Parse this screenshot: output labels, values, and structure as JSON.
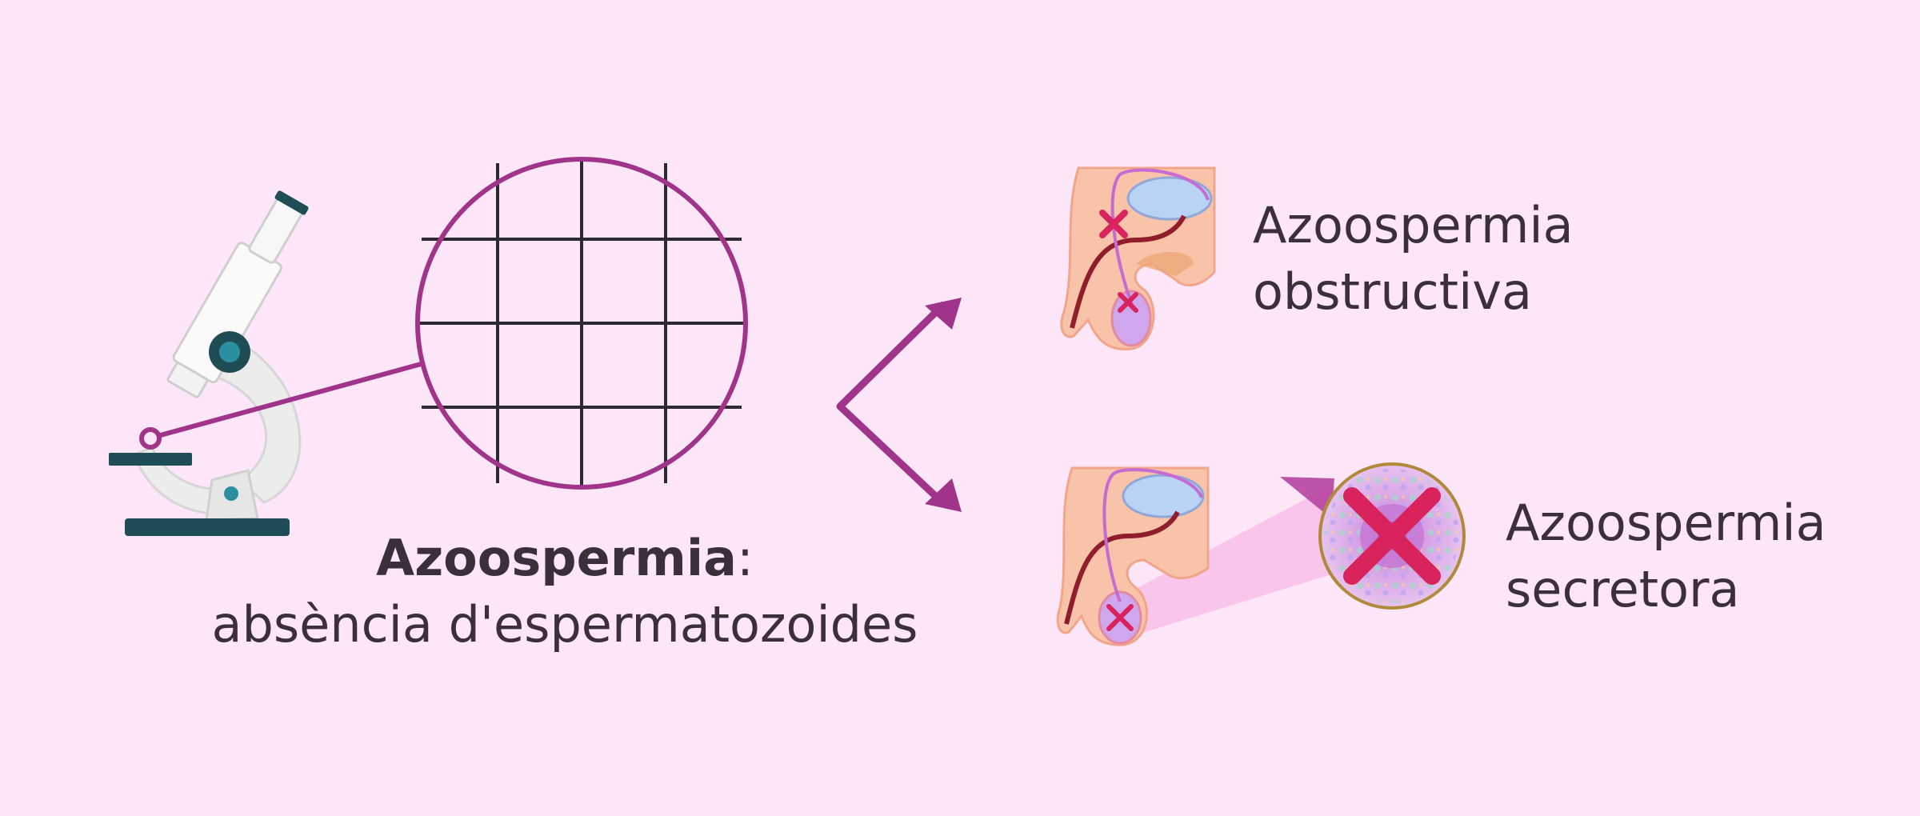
{
  "main_caption": {
    "term": "Azoospermia",
    "term_suffix": ":",
    "definition": "absència d'espermatozoides"
  },
  "types": [
    {
      "line1": "Azoospermia",
      "line2": "obstructiva"
    },
    {
      "line1": "Azoospermia",
      "line2": "secretora"
    }
  ],
  "colors": {
    "background": "#fde6f8",
    "accent": "#a0348a",
    "cross": "#d8235d",
    "microscope_dark": "#1f4d56",
    "text": "#3b2f3a"
  },
  "icons": [
    "microscope-icon",
    "magnified-view-grid",
    "branch-arrow-icon",
    "male-anatomy-icon",
    "cross-icon",
    "tubule-cross-section-icon"
  ]
}
